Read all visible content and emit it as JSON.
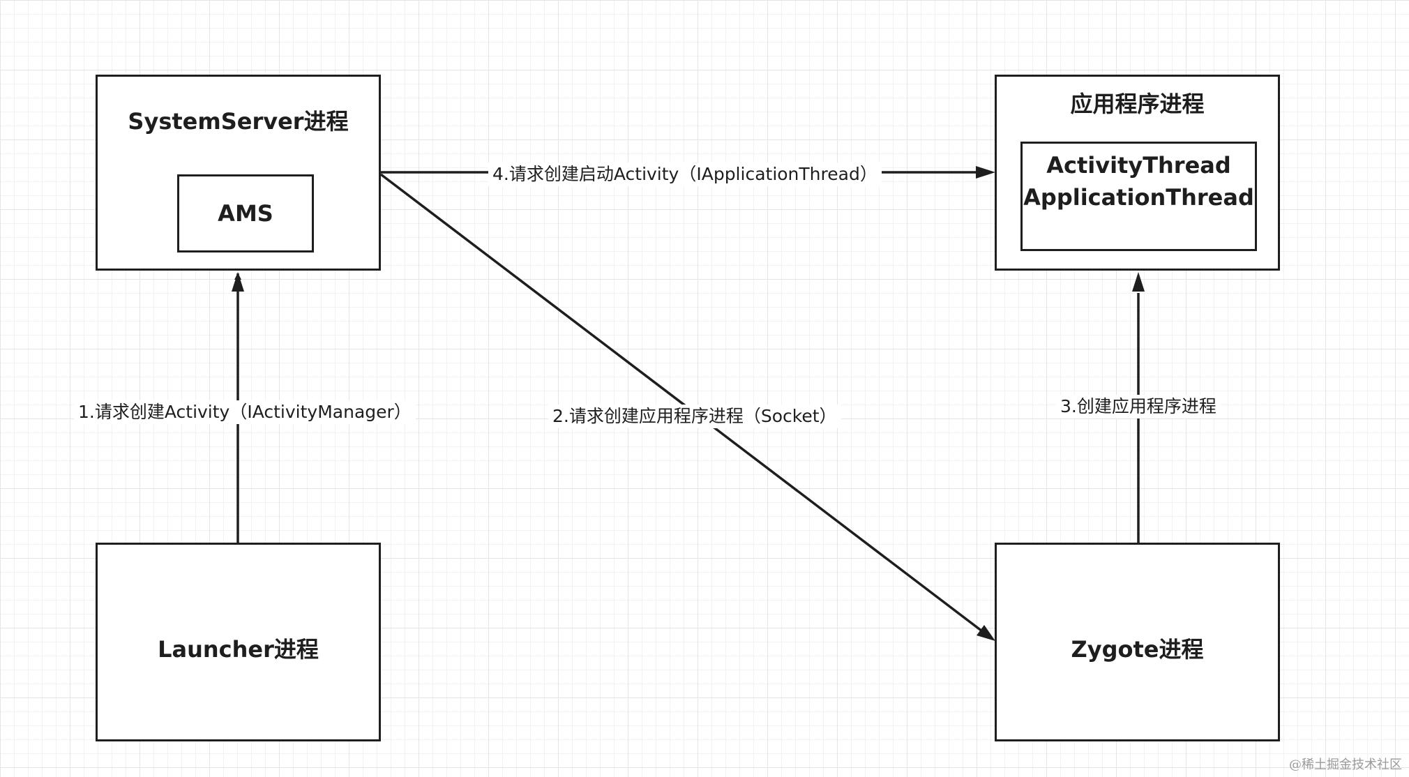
{
  "nodes": {
    "system_server": {
      "title": "SystemServer进程",
      "ams": "AMS"
    },
    "app_process": {
      "title": "应用程序进程",
      "inner_line1": "ActivityThread",
      "inner_line2": "ApplicationThread"
    },
    "launcher": {
      "title": "Launcher进程"
    },
    "zygote": {
      "title": "Zygote进程"
    }
  },
  "edges": [
    {
      "id": "e1",
      "from": "launcher",
      "to": "system_server",
      "label": "1.请求创建Activity（IActivityManager）"
    },
    {
      "id": "e2",
      "from": "system_server",
      "to": "zygote",
      "label": "2.请求创建应用程序进程（Socket）"
    },
    {
      "id": "e3",
      "from": "zygote",
      "to": "app_process",
      "label": "3.创建应用程序进程"
    },
    {
      "id": "e4",
      "from": "system_server",
      "to": "app_process",
      "label": "4.请求创建启动Activity（IApplicationThread）"
    }
  ],
  "watermark": "@稀土掘金技术社区",
  "colors": {
    "stroke": "#1e1e1e",
    "grid": "#e4e4e4",
    "background": "#ffffff"
  }
}
